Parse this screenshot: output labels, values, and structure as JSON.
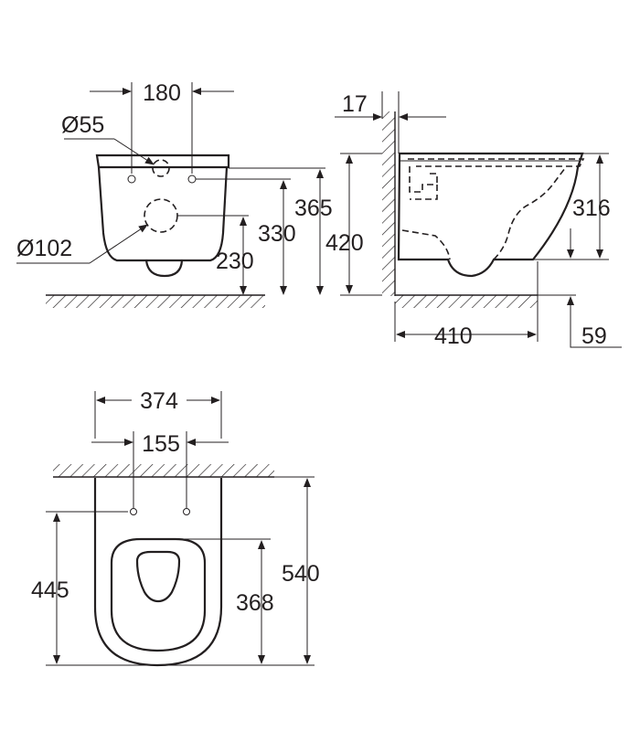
{
  "front_view": {
    "dimensions": {
      "width_180": "180",
      "dia_55": "Ø55",
      "h_365": "365",
      "h_330": "330",
      "dia_102": "Ø102",
      "h_230": "230"
    }
  },
  "side_view": {
    "dimensions": {
      "wall_17": "17",
      "h_420": "420",
      "h_316": "316",
      "depth_410": "410",
      "gap_59": "59"
    }
  },
  "top_view": {
    "dimensions": {
      "width_374": "374",
      "bolts_155": "155",
      "len_540": "540",
      "len_445": "445",
      "len_368": "368"
    }
  }
}
